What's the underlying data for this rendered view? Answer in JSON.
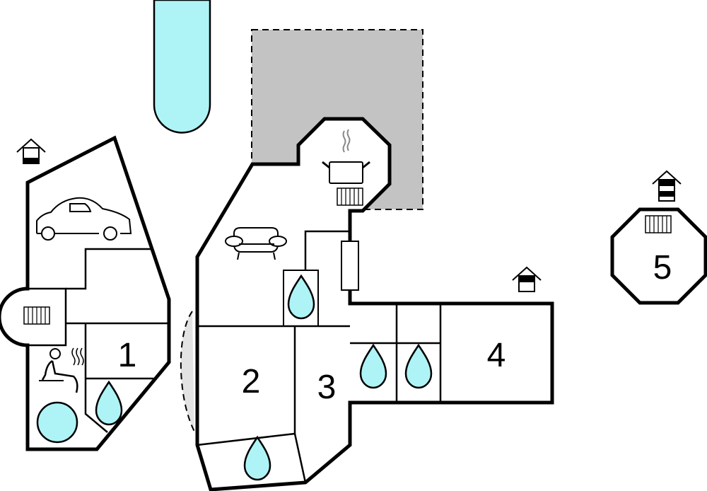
{
  "title": "Floor plan",
  "colors": {
    "water": "#aef4f6",
    "terrace": "#c3c3c3",
    "wall": "#000000"
  },
  "rooms": [
    {
      "label": "1",
      "type": "bedroom"
    },
    {
      "label": "2",
      "type": "bedroom"
    },
    {
      "label": "3",
      "type": "bedroom"
    },
    {
      "label": "4",
      "type": "bedroom"
    },
    {
      "label": "5",
      "type": "bedroom"
    }
  ],
  "icons": [
    "pool-icon",
    "house-icon",
    "car-icon",
    "radiator-icon",
    "sauna-icon",
    "hot-tub-icon",
    "water-drop-icon",
    "sofa-icon",
    "cooking-pot-icon"
  ]
}
